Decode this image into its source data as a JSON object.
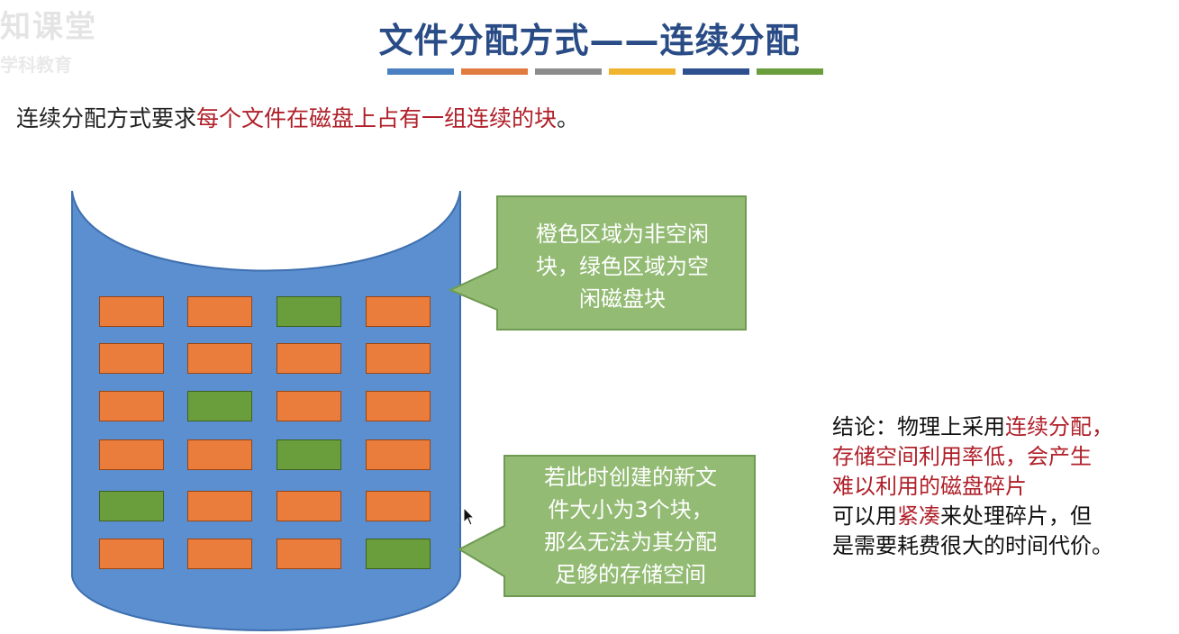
{
  "watermark": {
    "line1": "知课堂",
    "line2": "学科教育"
  },
  "title": "文件分配方式——连续分配",
  "strip_colors": [
    "#4a7fc1",
    "#e07a3e",
    "#8c8c8c",
    "#f0b32e",
    "#2d4f8f",
    "#6a9d3c"
  ],
  "intro": {
    "part1": "连续分配方式要求",
    "part2": "每个文件在磁盘上占有一组连续的块",
    "part3": "。"
  },
  "colors": {
    "used_block": "#eb7d3c",
    "free_block": "#6a9d3c",
    "disk": "#5b8fd0",
    "callout": "#93bb74",
    "highlight": "#b0202a"
  },
  "disk_blocks": [
    [
      "used",
      "used",
      "free",
      "used"
    ],
    [
      "used",
      "used",
      "used",
      "used"
    ],
    [
      "used",
      "free",
      "used",
      "used"
    ],
    [
      "used",
      "used",
      "free",
      "used"
    ],
    [
      "free",
      "used",
      "used",
      "used"
    ],
    [
      "used",
      "used",
      "used",
      "free"
    ]
  ],
  "callout_top": {
    "lines": [
      "橙色区域为非空闲",
      "块，绿色区域为空",
      "闲磁盘块"
    ]
  },
  "callout_bottom": {
    "lines": [
      "若此时创建的新文",
      "件大小为3个块，",
      "那么无法为其分配",
      "足够的存储空间"
    ]
  },
  "conclusion": {
    "line1_a": "结论：物理上采用",
    "line1_b": "连续分配",
    "line1_c": "，",
    "line2": "存储空间利用率低，会产生",
    "line3": "难以利用的磁盘碎片",
    "line4_a": "可以用",
    "line4_b": "紧凑",
    "line4_c": "来处理碎片，但",
    "line5": "是需要耗费很大的时间代价。"
  }
}
